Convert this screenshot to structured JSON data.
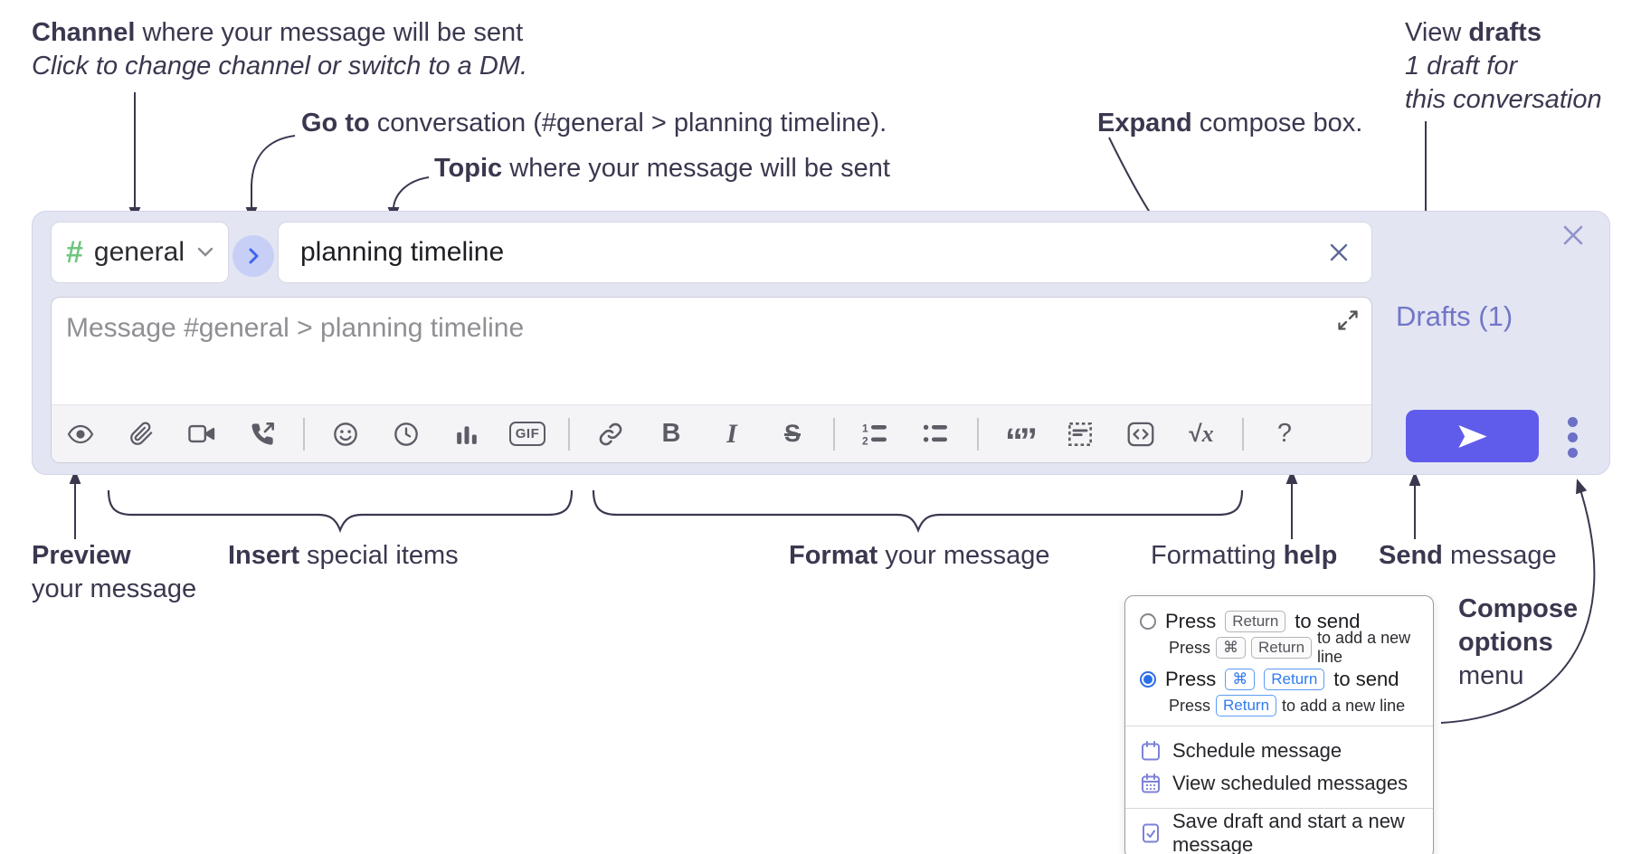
{
  "annotations": {
    "channel": {
      "bold": "Channel",
      "rest": " where your message will be sent",
      "sub": "Click to change channel or switch to a DM."
    },
    "goto": {
      "bold": "Go to",
      "rest": " conversation (#general > planning timeline)."
    },
    "topic": {
      "bold": "Topic",
      "rest": " where your message will be sent"
    },
    "expand": {
      "bold": "Expand",
      "rest": " compose box."
    },
    "drafts": {
      "line1_regular": "View ",
      "line1_bold": "drafts",
      "line2": "1 draft for",
      "line3": "this conversation"
    },
    "preview": {
      "bold": "Preview",
      "line2": "your message"
    },
    "insert": {
      "bold": "Insert",
      "rest": " special items"
    },
    "format": {
      "bold": "Format",
      "rest": " your message"
    },
    "formatting_help": {
      "regular": "Formatting ",
      "bold": "help"
    },
    "send": {
      "bold": "Send",
      "rest": " message"
    },
    "compose_options": {
      "bold1": "Compose",
      "bold2": "options",
      "regular": "menu"
    }
  },
  "compose": {
    "channel_hash": "#",
    "channel_name": "general",
    "topic_value": "planning timeline",
    "message_placeholder": "Message #general > planning timeline",
    "drafts_link": "Drafts (1)",
    "toolbar": {
      "gif": "GIF",
      "bold": "B",
      "italic": "I",
      "strike": "S",
      "ol1": "1",
      "ol2": "2",
      "quote": "“”",
      "sqrt_root": "√",
      "sqrt_var": "x",
      "help": "?"
    }
  },
  "popup": {
    "option1": {
      "press": "Press",
      "key1": "Return",
      "tail": "to send",
      "sub_press": "Press",
      "sub_key1": "⌘",
      "sub_key2": "Return",
      "sub_tail": "to add a new line"
    },
    "option2": {
      "press": "Press",
      "key1": "⌘",
      "key2": "Return",
      "tail": "to send",
      "sub_press": "Press",
      "sub_key1": "Return",
      "sub_tail": "to add a new line"
    },
    "items": [
      "Schedule message",
      "View scheduled messages",
      "Save draft and start a new message"
    ]
  },
  "colors": {
    "accent": "#5f5ceb",
    "drafts_link": "#7276c7",
    "hash_green": "#6ec57f",
    "key_blue": "#2f7bf0",
    "menu_icon_purple": "#7d81d8"
  }
}
